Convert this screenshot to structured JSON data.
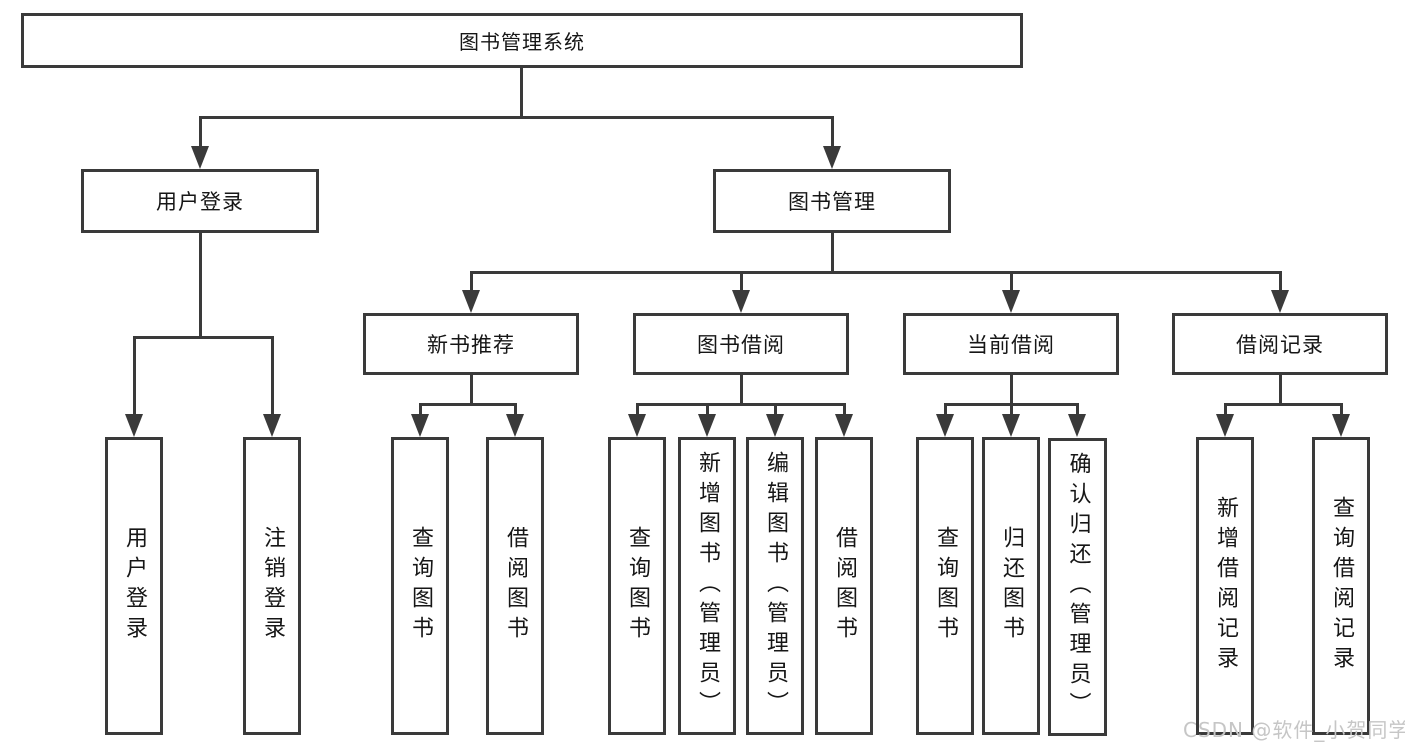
{
  "title": "图书管理系统",
  "watermark": "CSDN @软件_小贺同学",
  "colors": {
    "line": "#3a3a3a",
    "text": "#161616",
    "watermark": "#c6c6c6",
    "background": "#ffffff"
  },
  "nodes": {
    "root": "图书管理系统",
    "level2": [
      "用户登录",
      "图书管理"
    ],
    "level3": [
      "新书推荐",
      "图书借阅",
      "当前借阅",
      "借阅记录"
    ],
    "leaves": {
      "user": [
        "用户登录",
        "注销登录"
      ],
      "recommend": [
        "查询图书",
        "借阅图书"
      ],
      "borrow": [
        "查询图书",
        "新增图书（管理员）",
        "编辑图书（管理员）",
        "借阅图书"
      ],
      "current": [
        "查询图书",
        "归还图书",
        "确认归还（管理员）"
      ],
      "records": [
        "新增借阅记录",
        "查询借阅记录"
      ]
    }
  }
}
